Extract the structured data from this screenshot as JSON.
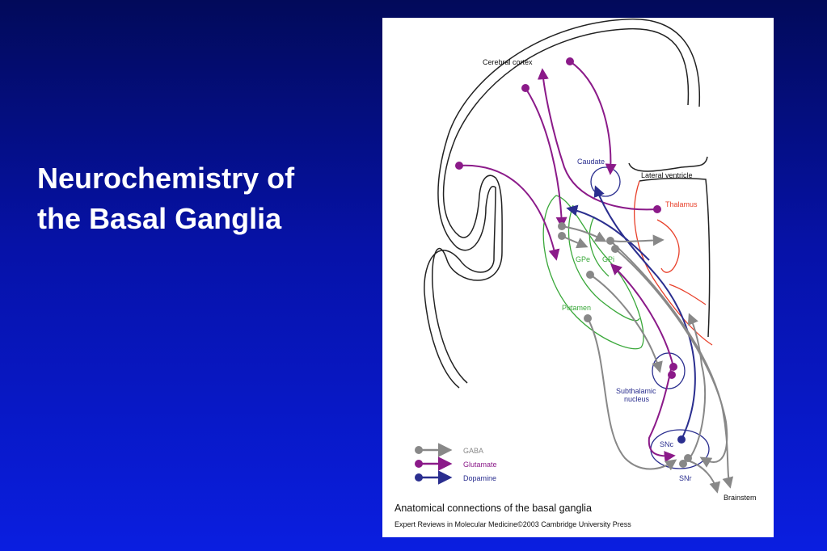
{
  "slide": {
    "title_line1": "Neurochemistry of",
    "title_line2": "the Basal Ganglia"
  },
  "figure": {
    "labels": {
      "cerebral_cortex": "Cerebral cortex",
      "caudate": "Caudate",
      "lateral_ventricle": "Lateral ventricle",
      "thalamus": "Thalamus",
      "gpe": "GPe",
      "gpi": "GPi",
      "putamen": "Putamen",
      "subthalamic_line1": "Subthalamic",
      "subthalamic_line2": "nucleus",
      "snc": "SNc",
      "snr": "SNr",
      "brainstem": "Brainstem"
    },
    "legend": [
      {
        "label": "GABA",
        "color": "#888888"
      },
      {
        "label": "Glutamate",
        "color": "#8b1a89"
      },
      {
        "label": "Dopamine",
        "color": "#2a2e8f"
      }
    ],
    "caption": "Anatomical connections of the basal ganglia",
    "credit": "Expert Reviews in Molecular Medicine©2003 Cambridge University Press"
  }
}
